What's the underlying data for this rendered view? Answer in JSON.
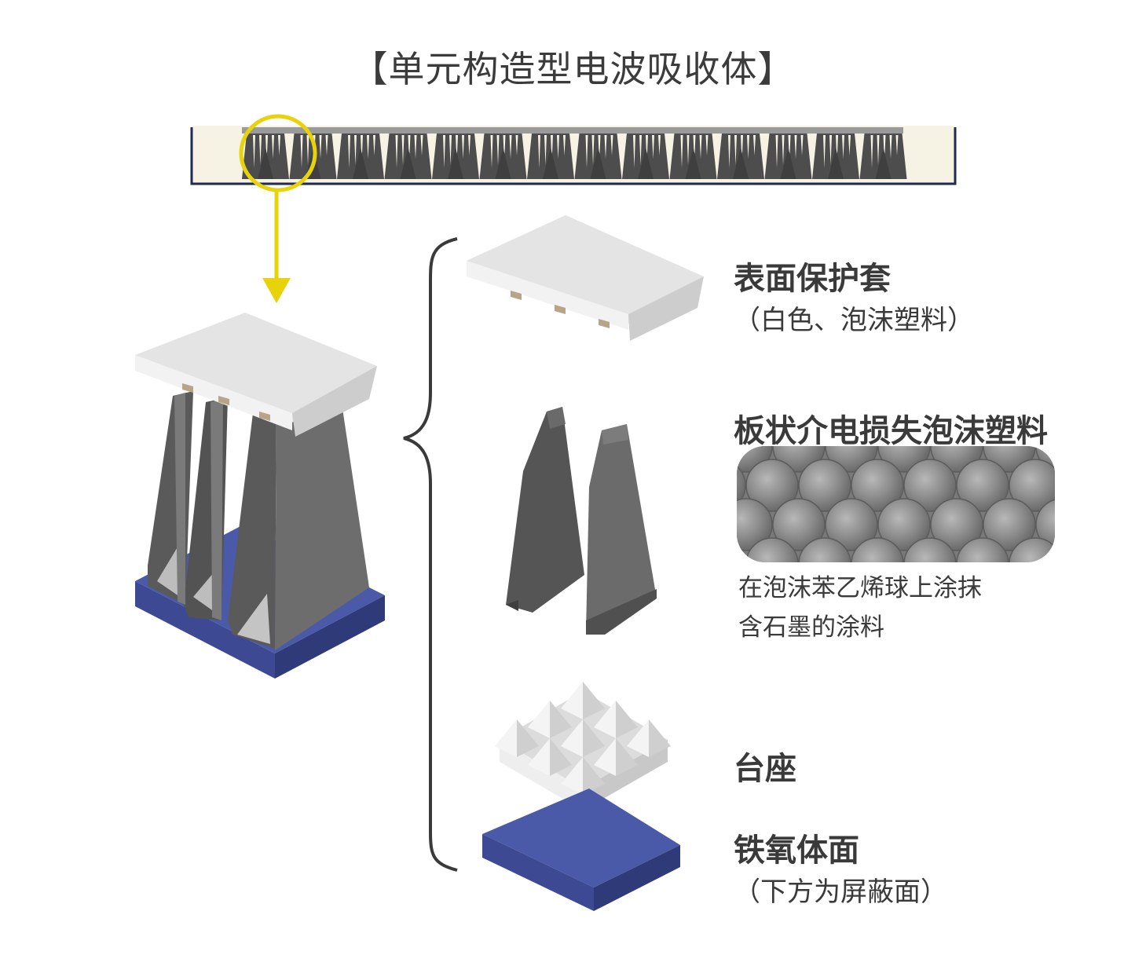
{
  "title": "【单元构造型电波吸收体】",
  "components": [
    {
      "name": "表面保护套",
      "note": "（白色、泡沫塑料）"
    },
    {
      "name": "板状介电损失泡沫塑料",
      "description": [
        "在泡沫苯乙烯球上涂抹",
        "含石墨的涂料"
      ]
    },
    {
      "name": "台座"
    },
    {
      "name": "铁氧体面",
      "note": "（下方为屏蔽面）"
    }
  ],
  "colors": {
    "highlight": "#e8d20a",
    "ferrite_blue": "#4a5aa8",
    "ferrite_blue_dark": "#2f3a78",
    "absorber_dark": "#4d4d4d",
    "absorber_mid": "#6b6b6b",
    "cover_light": "#e4e4e4",
    "panel_bg": "#f6f2e4",
    "panel_border": "#1f2b52"
  }
}
